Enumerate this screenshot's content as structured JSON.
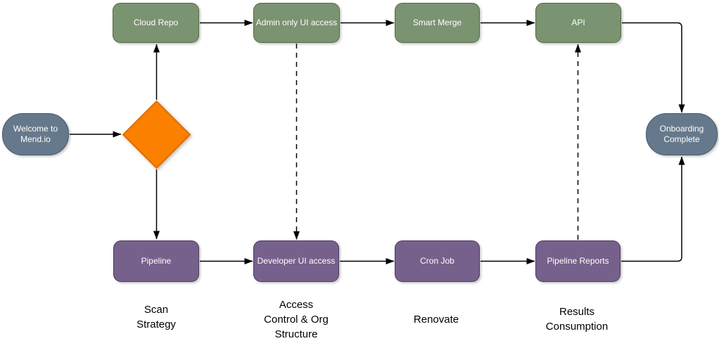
{
  "diagram": {
    "nodes": {
      "welcome": {
        "label": "Welcome to\nMend.io",
        "type": "terminal"
      },
      "decision": {
        "label": "",
        "type": "decision"
      },
      "cloud_repo": {
        "label": "Cloud Repo",
        "type": "stage-top"
      },
      "admin_ui": {
        "label": "Admin only UI access",
        "type": "stage-top"
      },
      "smart_merge": {
        "label": "Smart Merge",
        "type": "stage-top"
      },
      "api": {
        "label": "API",
        "type": "stage-top"
      },
      "pipeline": {
        "label": "Pipeline",
        "type": "stage-bottom"
      },
      "developer_ui": {
        "label": "Developer UI access",
        "type": "stage-bottom"
      },
      "cron_job": {
        "label": "Cron Job",
        "type": "stage-bottom"
      },
      "pipeline_reports": {
        "label": "Pipeline Reports",
        "type": "stage-bottom"
      },
      "onboarding": {
        "label": "Onboarding\nComplete",
        "type": "terminal"
      }
    },
    "sections": [
      {
        "label": "Scan\nStrategy"
      },
      {
        "label": "Access\nControl & Org\nStructure"
      },
      {
        "label": "Renovate"
      },
      {
        "label": "Results\nConsumption"
      }
    ],
    "edges": [
      {
        "from": "welcome",
        "to": "decision",
        "style": "solid"
      },
      {
        "from": "decision",
        "to": "cloud_repo",
        "style": "solid"
      },
      {
        "from": "decision",
        "to": "pipeline",
        "style": "solid"
      },
      {
        "from": "cloud_repo",
        "to": "admin_ui",
        "style": "solid"
      },
      {
        "from": "admin_ui",
        "to": "smart_merge",
        "style": "solid"
      },
      {
        "from": "smart_merge",
        "to": "api",
        "style": "solid"
      },
      {
        "from": "api",
        "to": "onboarding",
        "style": "solid"
      },
      {
        "from": "pipeline",
        "to": "developer_ui",
        "style": "solid"
      },
      {
        "from": "developer_ui",
        "to": "cron_job",
        "style": "solid"
      },
      {
        "from": "cron_job",
        "to": "pipeline_reports",
        "style": "solid"
      },
      {
        "from": "pipeline_reports",
        "to": "onboarding",
        "style": "solid"
      },
      {
        "from": "admin_ui",
        "to": "developer_ui",
        "style": "dashed"
      },
      {
        "from": "pipeline_reports",
        "to": "api",
        "style": "dashed"
      }
    ],
    "colors": {
      "stage_top_fill": "#7A9370",
      "stage_top_stroke": "#556B44",
      "stage_bottom_fill": "#76618C",
      "stage_bottom_stroke": "#4A3A5C",
      "terminal_fill": "#66798C",
      "terminal_stroke": "#46586B",
      "decision_fill": "#FC8000",
      "decision_stroke": "#E06C00",
      "edge_color": "#000000",
      "node_text_color": "#FFFFFF",
      "section_text_color": "#000000",
      "background": "#FFFFFF"
    }
  }
}
